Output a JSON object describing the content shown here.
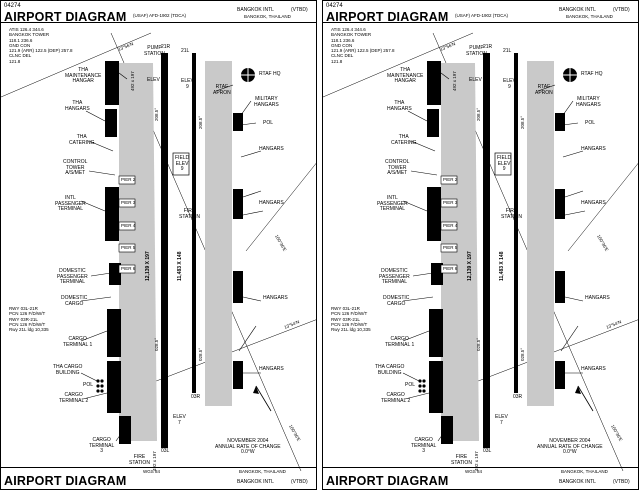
{
  "chart_code": "04274",
  "title": "AIRPORT DIAGRAM",
  "header_mid": "(USAF) AFD-1902 (TDCA)",
  "airport_name": "BANGKOK INTL",
  "airport_id": "(VTBD)",
  "location": "BANGKOK, THAILAND",
  "datum": "WGS 84",
  "freq": [
    "ATIS 126.4  344.6",
    "BANGKOK TOWER",
    "118.1  236.6",
    "GND CON",
    "121.9 (ARR) 122.5 (DEP) 257.8",
    "CLNC DEL",
    "121.8"
  ],
  "runway_info": [
    "RWY 03L-21R",
    "PCN 126 F/D/W/T",
    "RWY 03R-21L",
    "PCN 126 F/D/W/T",
    "Rwy 21L ldg 10,335"
  ],
  "mag_var": [
    "NOVEMBER 2004",
    "ANNUAL RATE OF CHANGE",
    "0.0°W"
  ],
  "labels": {
    "pump_station": "PUMP\nSTATION",
    "rtaf_hq": "RTAF HQ",
    "rtaf_apron": "RTAF\nAPRON",
    "military_hangars": "MILITARY\nHANGARS",
    "pol": "POL",
    "hangars": "HANGARS",
    "tha_maint": "THA\nMAINTENANCE\nHANGAR",
    "tha_hangars": "THA\nHANGARS",
    "tha_catering": "THA\nCATERING",
    "control_tower": "CONTROL\nTOWER\nA/S/MET",
    "intl_terminal": "INTL\nPASSENGER\nTERMINAL",
    "dom_terminal": "DOMESTIC\nPASSENGER\nTERMINAL",
    "dom_cargo": "DOMESTIC\nCARGO",
    "cargo1": "CARGO\nTERMINAL 1",
    "tha_cargo": "THA CARGO\nBUILDING",
    "cargo2": "CARGO\nTERMINAL 2",
    "cargo3": "CARGO\nTERMINAL\n3",
    "fire_station": "FIRE\nSTATION",
    "field_elev": "FIELD\nELEV\n9",
    "elev": "ELEV",
    "elev_7": "ELEV\n7",
    "elev_9": "ELEV\n9",
    "pier2": "PIER 2",
    "pier3": "PIER 3",
    "pier4": "PIER 4",
    "pier5": "PIER 5",
    "pier6": "PIER 6",
    "rwy_left_len": "12,139 X 197",
    "rwy_right_len": "11,483 X 148",
    "hdg_028": "028.5°",
    "hdg_208": "208.5°",
    "rwy_21l": "21L",
    "rwy_21r": "21R",
    "rwy_03l": "03L",
    "rwy_03r": "03R",
    "lat_top": "13°56'N",
    "lat_mid": "13°54'N",
    "lat_bot": "13°53'N",
    "lon_right": "100°36'E",
    "lon_left": "100°35'E",
    "dim_top": "492 x 197",
    "dim_bot": "492 x 197"
  }
}
